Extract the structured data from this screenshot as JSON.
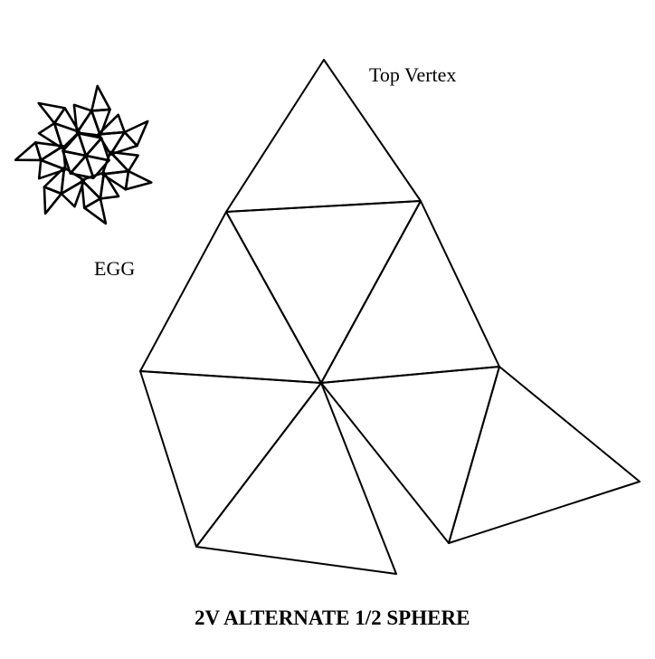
{
  "labels": {
    "top_vertex": "Top Vertex",
    "egg": "EGG",
    "title": "2V ALTERNATE 1/2 SPHERE"
  },
  "colors": {
    "ink": "#000000",
    "paper": "#ffffff"
  }
}
